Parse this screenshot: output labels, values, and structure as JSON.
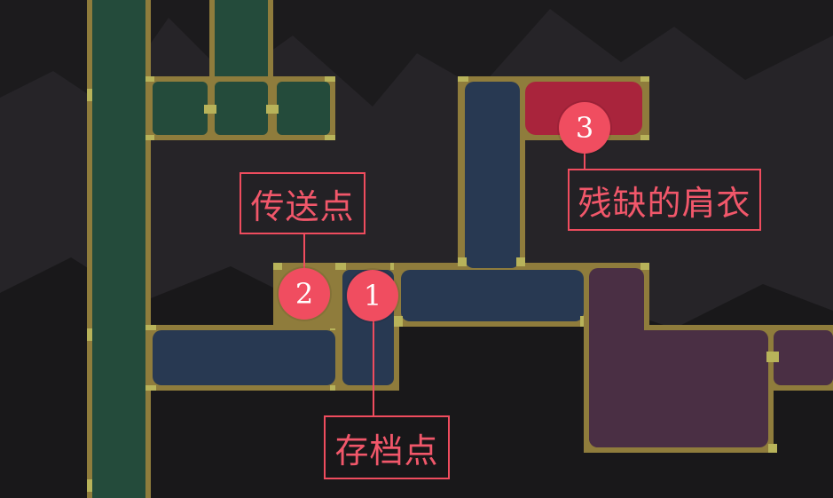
{
  "map": {
    "colors": {
      "background": "#1c1b1d",
      "frame": "#8f7c3c",
      "frame_highlight": "#b8b35a",
      "room_green": "#244b3b",
      "room_blue": "#283952",
      "room_purple": "#4a2f44",
      "room_red": "#a9243c",
      "marker": "#f04d60"
    },
    "rooms": [
      {
        "name": "green-column-left",
        "zone": "green"
      },
      {
        "name": "green-column-right",
        "zone": "green"
      },
      {
        "name": "green-room-row",
        "zone": "green"
      },
      {
        "name": "blue-corridor-lower-left",
        "zone": "blue"
      },
      {
        "name": "blue-shaft-center",
        "zone": "blue"
      },
      {
        "name": "blue-corridor-center",
        "zone": "blue"
      },
      {
        "name": "blue-tower-top",
        "zone": "blue"
      },
      {
        "name": "red-room-top",
        "zone": "red"
      },
      {
        "name": "purple-area-right",
        "zone": "purple"
      }
    ]
  },
  "markers": [
    {
      "id": "marker-1",
      "number": "1",
      "label": "存档点"
    },
    {
      "id": "marker-2",
      "number": "2",
      "label": "传送点"
    },
    {
      "id": "marker-3",
      "number": "3",
      "label": "残缺的肩衣"
    }
  ]
}
